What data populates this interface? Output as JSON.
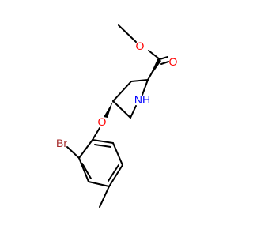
{
  "molecule": {
    "atoms": {
      "o_ester": "O",
      "o_carbonyl": "O",
      "nh": "NH",
      "o_ether": "O",
      "br": "Br"
    }
  },
  "colors": {
    "bond": "#000000",
    "oxygen": "#ff0000",
    "nitrogen": "#0000ff",
    "bromine": "#a52a2a",
    "background": "#ffffff"
  }
}
